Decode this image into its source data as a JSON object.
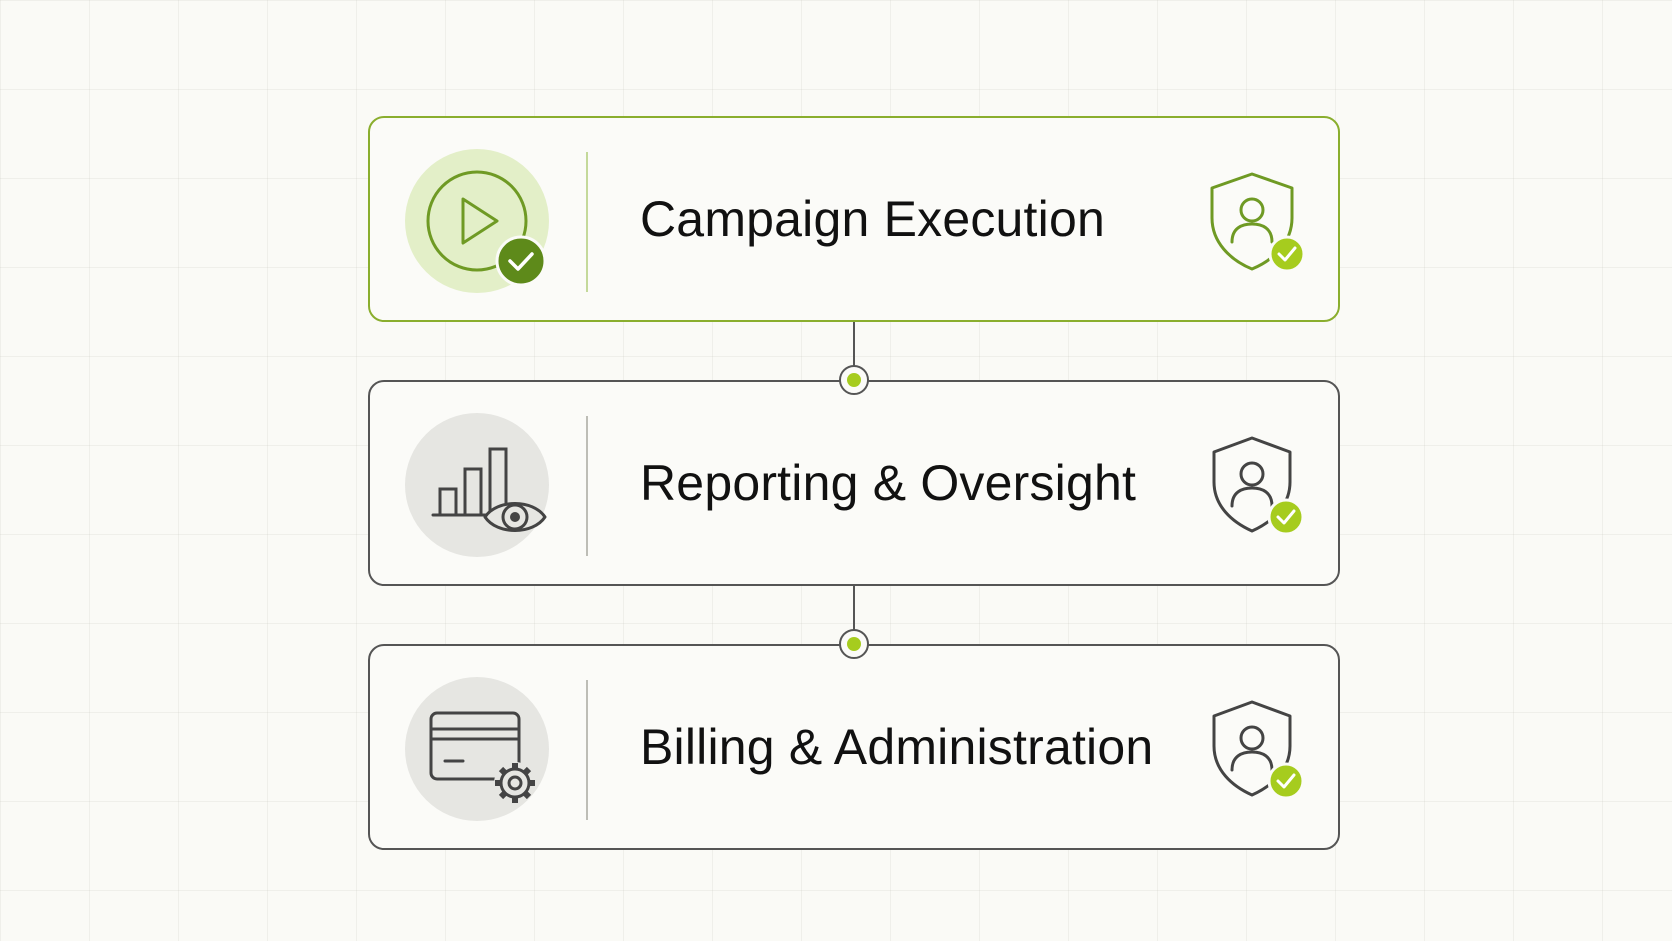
{
  "steps": [
    {
      "title": "Campaign Execution",
      "icon": "play-circle-check-icon",
      "badge": "shield-user-check-icon",
      "active": true
    },
    {
      "title": "Reporting & Oversight",
      "icon": "bar-chart-eye-icon",
      "badge": "shield-user-check-icon",
      "active": false
    },
    {
      "title": "Billing & Administration",
      "icon": "credit-card-gear-icon",
      "badge": "shield-user-check-icon",
      "active": false
    }
  ],
  "colors": {
    "accent": "#8aae2e",
    "check_dark": "#5e8a1a",
    "check_light": "#a6cc1e",
    "outline": "#555555",
    "background": "#fafaf6"
  }
}
